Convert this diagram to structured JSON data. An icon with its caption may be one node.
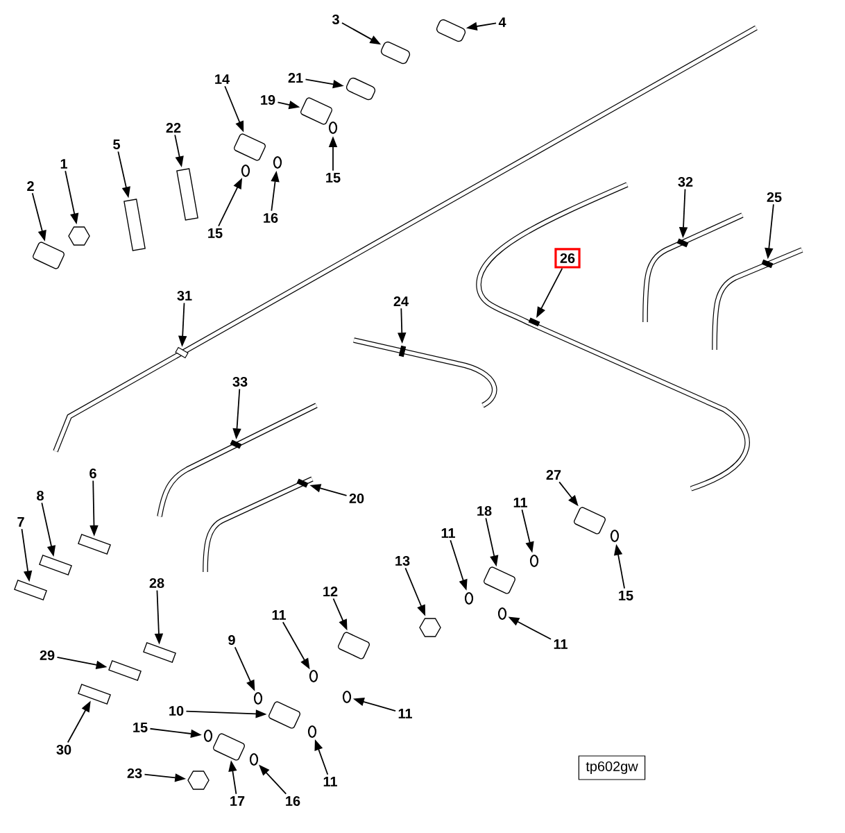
{
  "diagram": {
    "nodes": [
      {
        "text": [
          "3"
        ]
      },
      {
        "text": [],
        "shape": "picture"
      },
      {
        "text": [
          "4"
        ]
      },
      {
        "text": [],
        "shape": "picture"
      },
      {
        "text": [
          "21"
        ]
      },
      {
        "text": [],
        "shape": "picture"
      },
      {
        "text": [
          "19"
        ]
      },
      {
        "text": [],
        "shape": "picture"
      },
      {
        "text": [
          "14"
        ]
      },
      {
        "text": [],
        "shape": "picture"
      },
      {
        "text": [
          "15"
        ]
      },
      {
        "text": [],
        "shape": "picture"
      },
      {
        "text": [
          "22"
        ]
      },
      {
        "text": [],
        "shape": "picture"
      },
      {
        "text": [
          "5"
        ]
      },
      {
        "text": [],
        "shape": "picture"
      },
      {
        "text": [
          "1"
        ]
      },
      {
        "text": [],
        "shape": "picture"
      },
      {
        "text": [
          "2"
        ]
      },
      {
        "text": [],
        "shape": "picture"
      },
      {
        "text": [
          "16"
        ]
      },
      {
        "text": [],
        "shape": "picture"
      },
      {
        "text": [
          "15"
        ]
      },
      {
        "text": [],
        "shape": "picture"
      },
      {
        "text": [
          "26"
        ]
      },
      {
        "text": [],
        "shape": "picture"
      },
      {
        "text": [
          "32"
        ]
      },
      {
        "text": [],
        "shape": "picture"
      },
      {
        "text": [
          "25"
        ]
      },
      {
        "text": [],
        "shape": "picture"
      },
      {
        "text": [
          "31"
        ]
      },
      {
        "text": [],
        "shape": "box"
      },
      {
        "text": [
          "24"
        ]
      },
      {
        "text": [],
        "shape": "picture"
      },
      {
        "text": [
          "33"
        ]
      },
      {
        "text": [],
        "shape": "picture"
      },
      {
        "text": [
          "6"
        ]
      },
      {
        "text": [],
        "shape": "picture"
      },
      {
        "text": [
          "27"
        ]
      },
      {
        "text": [],
        "shape": "picture"
      },
      {
        "text": [
          "8"
        ]
      },
      {
        "text": [],
        "shape": "picture"
      },
      {
        "text": [
          "20"
        ]
      },
      {
        "text": [],
        "shape": "picture"
      },
      {
        "text": [
          "18"
        ]
      },
      {
        "text": [],
        "shape": "picture"
      },
      {
        "text": [
          "11"
        ]
      },
      {
        "text": [],
        "shape": "picture"
      },
      {
        "text": [
          "7"
        ]
      },
      {
        "text": [],
        "shape": "picture"
      },
      {
        "text": [
          "11"
        ]
      },
      {
        "text": [],
        "shape": "picture"
      },
      {
        "text": [
          "13"
        ]
      },
      {
        "text": [],
        "shape": "picture"
      },
      {
        "text": [
          "15"
        ]
      },
      {
        "text": [],
        "shape": "picture"
      },
      {
        "text": [
          "28"
        ]
      },
      {
        "text": [],
        "shape": "picture"
      },
      {
        "text": [
          "12"
        ]
      },
      {
        "text": [],
        "shape": "picture"
      },
      {
        "text": [
          "11"
        ]
      },
      {
        "text": [],
        "shape": "picture"
      },
      {
        "text": [
          "11"
        ]
      },
      {
        "text": [],
        "shape": "picture"
      },
      {
        "text": [
          "9"
        ]
      },
      {
        "text": [],
        "shape": "picture"
      },
      {
        "text": [
          "29"
        ]
      },
      {
        "text": [],
        "shape": "picture"
      },
      {
        "text": [
          "11"
        ]
      },
      {
        "text": [],
        "shape": "picture"
      },
      {
        "text": [
          "10"
        ]
      },
      {
        "text": [],
        "shape": "picture"
      },
      {
        "text": [
          "15"
        ]
      },
      {
        "text": [],
        "shape": "picture"
      },
      {
        "text": [
          "30"
        ]
      },
      {
        "text": [],
        "shape": "picture"
      },
      {
        "text": [
          "11"
        ]
      },
      {
        "text": [],
        "shape": "picture"
      },
      {
        "text": [
          "23"
        ]
      },
      {
        "text": [],
        "shape": "picture"
      },
      {
        "text": [
          "17"
        ]
      },
      {
        "text": [],
        "shape": "picture"
      },
      {
        "text": [
          "16"
        ]
      },
      {
        "text": [],
        "shape": "picture"
      },
      {
        "text": [
          "tp602gw"
        ]
      }
    ],
    "edges": [
      {
        "from": 0,
        "to": 1,
        "arrow": "to"
      },
      {
        "from": 2,
        "to": 3,
        "arrow": "to"
      },
      {
        "from": 4,
        "to": 5,
        "arrow": "to"
      },
      {
        "from": 6,
        "to": 7,
        "arrow": "to"
      },
      {
        "from": 8,
        "to": 9,
        "arrow": "to"
      },
      {
        "from": 10,
        "to": 11,
        "arrow": "to"
      },
      {
        "from": 12,
        "to": 13,
        "arrow": "to"
      },
      {
        "from": 14,
        "to": 15,
        "arrow": "to"
      },
      {
        "from": 16,
        "to": 17,
        "arrow": "to"
      },
      {
        "from": 18,
        "to": 19,
        "arrow": "to"
      },
      {
        "from": 20,
        "to": 21,
        "arrow": "to"
      },
      {
        "from": 22,
        "to": 23,
        "arrow": "to"
      },
      {
        "from": 24,
        "to": 25,
        "arrow": "to"
      },
      {
        "from": 26,
        "to": 27,
        "arrow": "to"
      },
      {
        "from": 28,
        "to": 29,
        "arrow": "to"
      },
      {
        "from": 30,
        "to": 31,
        "arrow": "to"
      },
      {
        "from": 32,
        "to": 33,
        "arrow": "to"
      },
      {
        "from": 34,
        "to": 35,
        "arrow": "to"
      },
      {
        "from": 36,
        "to": 37,
        "arrow": "to"
      },
      {
        "from": 38,
        "to": 39,
        "arrow": "to"
      },
      {
        "from": 40,
        "to": 41,
        "arrow": "to"
      },
      {
        "from": 42,
        "to": 43,
        "arrow": "to"
      },
      {
        "from": 44,
        "to": 45,
        "arrow": "to"
      },
      {
        "from": 46,
        "to": 47,
        "arrow": "to"
      },
      {
        "from": 48,
        "to": 49,
        "arrow": "to"
      },
      {
        "from": 50,
        "to": 51,
        "arrow": "to"
      },
      {
        "from": 52,
        "to": 53,
        "arrow": "to"
      },
      {
        "from": 54,
        "to": 55,
        "arrow": "to"
      },
      {
        "from": 56,
        "to": 57,
        "arrow": "to"
      },
      {
        "from": 58,
        "to": 59,
        "arrow": "to"
      },
      {
        "from": 60,
        "to": 61,
        "arrow": "to"
      },
      {
        "from": 62,
        "to": 63,
        "arrow": "to"
      },
      {
        "from": 64,
        "to": 65,
        "arrow": "to"
      },
      {
        "from": 66,
        "to": 67,
        "arrow": "to"
      },
      {
        "from": 68,
        "to": 69,
        "arrow": "to"
      },
      {
        "from": 70,
        "to": 71,
        "arrow": "to"
      },
      {
        "from": 72,
        "to": 73,
        "arrow": "to"
      },
      {
        "from": 74,
        "to": 75,
        "arrow": "to"
      },
      {
        "from": 76,
        "to": 77,
        "arrow": "to"
      },
      {
        "from": 78,
        "to": 79,
        "arrow": "to"
      },
      {
        "from": 80,
        "to": 81,
        "arrow": "to"
      },
      {
        "from": 82,
        "to": 83,
        "arrow": "to"
      }
    ]
  }
}
